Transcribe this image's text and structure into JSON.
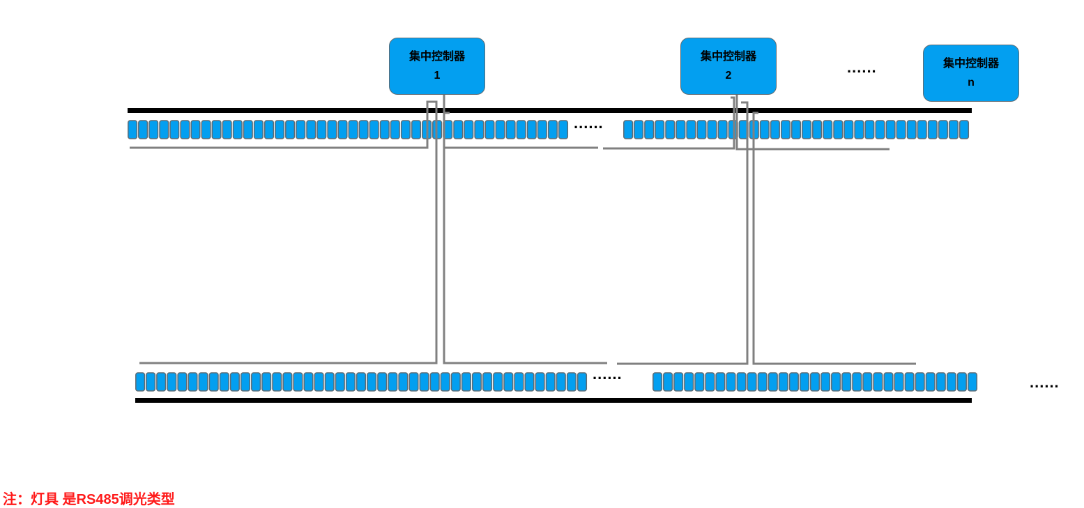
{
  "controllers": [
    {
      "title": "集中控制器",
      "id": "1"
    },
    {
      "title": "集中控制器",
      "id": "2"
    },
    {
      "title": "集中控制器",
      "id": "n"
    }
  ],
  "ellipsis": "......",
  "note": "注：灯具 是RS485调光类型",
  "fixture_rows": {
    "top_left_count": 42,
    "top_right_count": 33,
    "bottom_left_count": 43,
    "bottom_right_count": 31
  },
  "colors": {
    "controller_fill": "#039ff0",
    "fixture_fill": "#039ff0",
    "fixture_border": "#5f6b73",
    "wire": "#808080",
    "bus": "#000000",
    "note": "#ff1a1a"
  }
}
